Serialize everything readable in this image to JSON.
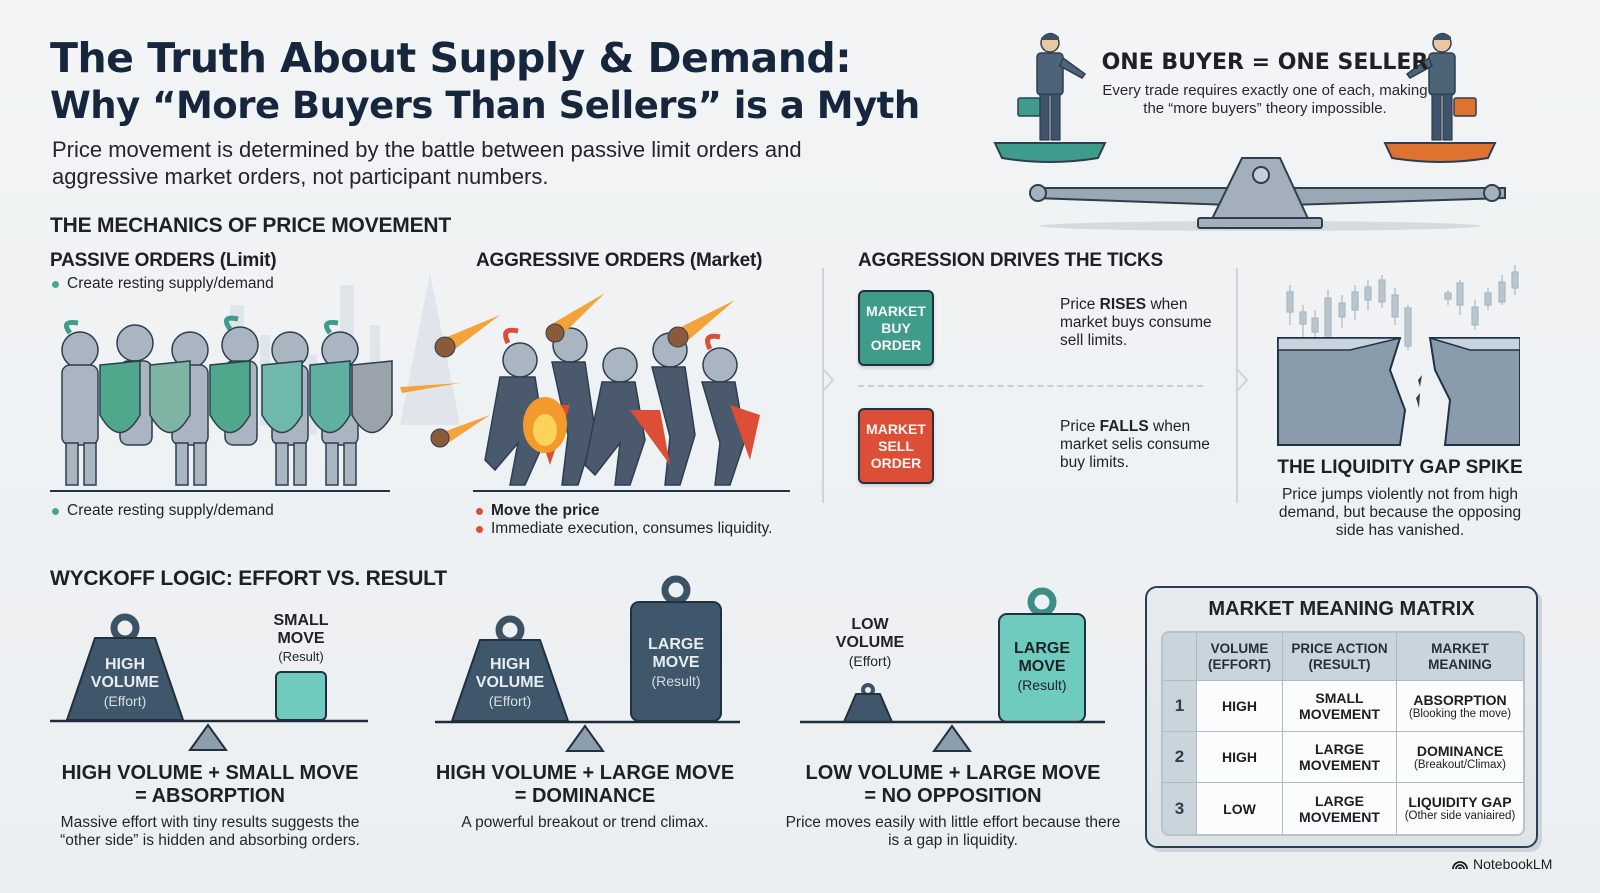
{
  "header": {
    "title_line1": "The Truth About Supply & Demand:",
    "title_line2": "Why “More Buyers Than Sellers” is a Myth",
    "subtitle": "Price movement is determined by the battle between passive limit orders and aggressive market orders, not participant numbers."
  },
  "one_buyer_one_seller": {
    "title": "ONE BUYER = ONE SELLER",
    "description": "Every trade requires exactly one of each, making the “more buyers” theory impossible.",
    "left_pan_color": "#3f9c8a",
    "right_pan_color": "#e0722f"
  },
  "mechanics": {
    "title": "THE MECHANICS OF PRICE MOVEMENT",
    "passive": {
      "title": "PASSIVE ORDERS (Limit)",
      "bullet_top": "Create resting supply/demand",
      "bullet_bottom": "Create resting supply/demand"
    },
    "aggressive": {
      "title": "AGGRESSIVE ORDERS (Market)",
      "bullets": [
        "Move the price",
        "Immediate execution, consumes liquidity."
      ]
    }
  },
  "ticks": {
    "title": "AGGRESSION DRIVES THE TICKS",
    "buy": {
      "box_label": "MARKET BUY ORDER",
      "text_pre": "Price ",
      "text_bold": "RISES",
      "text_post": " when market buys consume sell limits."
    },
    "sell": {
      "box_label": "MARKET SELL ORDER",
      "text_pre": "Price ",
      "text_bold": "FALLS",
      "text_post": " when market selis consume buy limits."
    }
  },
  "liquidity_gap": {
    "title": "THE LIQUIDITY GAP SPIKE",
    "description": "Price jumps violently not from high demand, but because the opposing side has vanished."
  },
  "wyckoff": {
    "title": "WYCKOFF LOGIC: EFFORT VS. RESULT",
    "scenarios": [
      {
        "effort_main": "HIGH VOLUME",
        "effort_sub": "(Effort)",
        "result_main": "SMALL MOVE",
        "result_sub": "(Result)",
        "title_line1": "HIGH VOLUME + SMALL MOVE",
        "title_line2": "= ABSORPTION",
        "description": "Massive effort with tiny results suggests the “other side” is hidden and absorbing orders."
      },
      {
        "effort_main": "HIGH VOLUME",
        "effort_sub": "(Effort)",
        "result_main": "LARGE MOVE",
        "result_sub": "(Result)",
        "title_line1": "HIGH VOLUME + LARGE MOVE",
        "title_line2": "= DOMINANCE",
        "description": "A powerful breakout or trend climax."
      },
      {
        "effort_main": "LOW VOLUME",
        "effort_sub": "(Effort)",
        "result_main": "LARGE MOVE",
        "result_sub": "(Result)",
        "title_line1": "LOW VOLUME + LARGE MOVE",
        "title_line2": "= NO OPPOSITION",
        "description": "Price moves easily with little effort because there is a gap in liquidity."
      }
    ]
  },
  "matrix": {
    "title": "MARKET MEANING MATRIX",
    "headers": [
      "",
      "VOLUME (EFFORT)",
      "PRICE ACTION (RESULT)",
      "MARKET MEANING"
    ],
    "rows": [
      {
        "num": "1",
        "volume": "HIGH",
        "price_action": "SMALL MOVEMENT",
        "meaning": "ABSORPTION",
        "meaning_sub": "(Blooking the move)"
      },
      {
        "num": "2",
        "volume": "HIGH",
        "price_action": "LARGE MOVEMENT",
        "meaning": "DOMINANCE",
        "meaning_sub": "(Breakout/Climax)"
      },
      {
        "num": "3",
        "volume": "LOW",
        "price_action": "LARGE MOVEMENT",
        "meaning": "LIQUIDITY GAP",
        "meaning_sub": "(Other side vaniaired)"
      }
    ]
  },
  "branding": {
    "label": "NotebookLM"
  },
  "colors": {
    "navy": "#15263d",
    "teal": "#3f9c8a",
    "red": "#dc4f36",
    "orange": "#e0722f",
    "slate": "#4d6378"
  }
}
